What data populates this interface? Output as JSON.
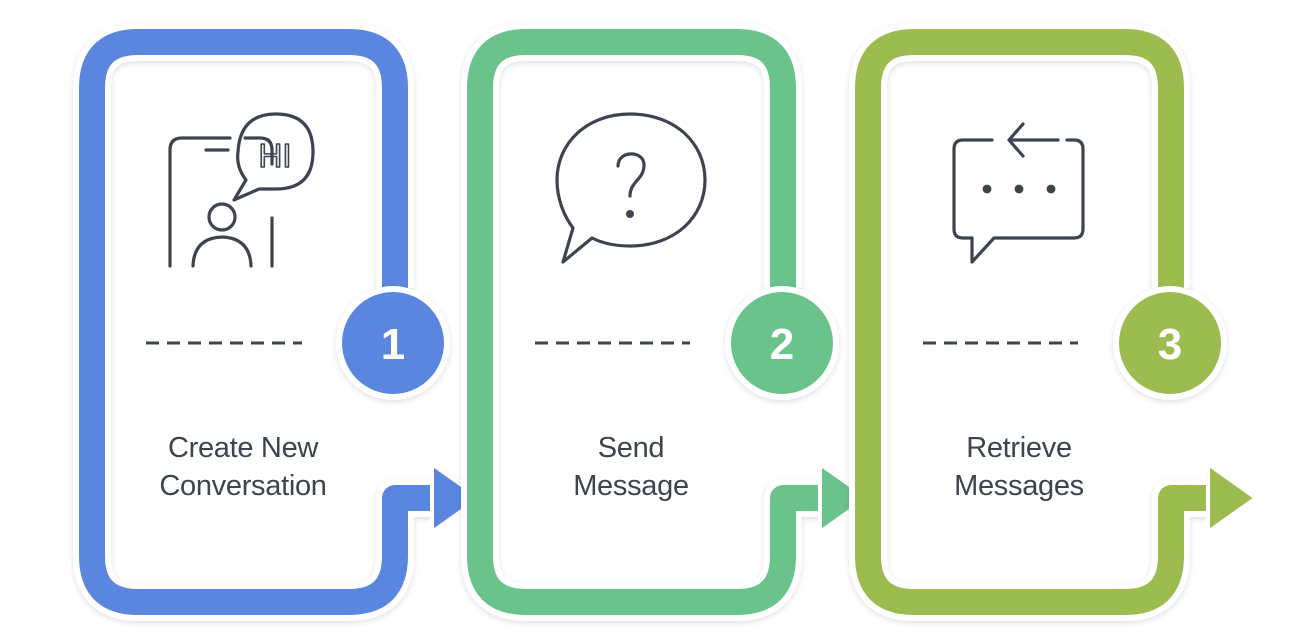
{
  "steps": [
    {
      "number": "1",
      "label_line1": "Create New",
      "label_line2": "Conversation",
      "color": "#5b86e0",
      "icon": "phone-chat-hi-icon",
      "icon_text": "HI"
    },
    {
      "number": "2",
      "label_line1": "Send",
      "label_line2": "Message",
      "color": "#69c38b",
      "icon": "question-speech-bubble-icon"
    },
    {
      "number": "3",
      "label_line1": "Retrieve",
      "label_line2": "Messages",
      "color": "#9dbc4f",
      "icon": "chat-refresh-icon"
    }
  ],
  "colors": {
    "icon_stroke": "#3e4350",
    "divider": "#3e4350",
    "card_fill": "#ffffff"
  }
}
